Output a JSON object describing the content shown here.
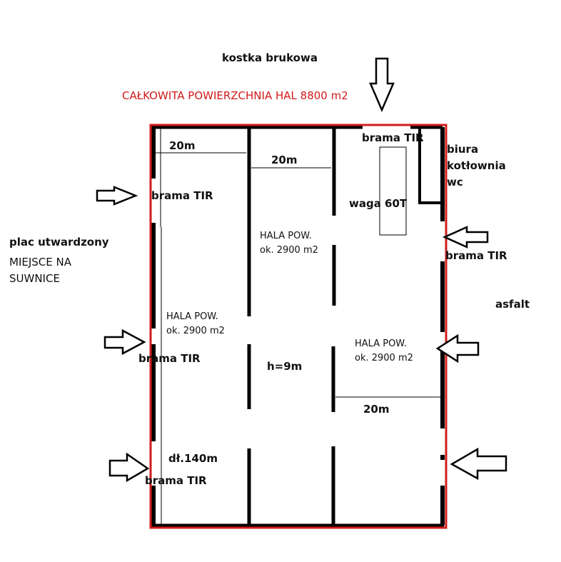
{
  "colors": {
    "outline": "#d01c1c",
    "wall": "#000000",
    "title": "#d11a1a",
    "background": "#ffffff"
  },
  "labels": {
    "top_surface": "kostka brukowa",
    "total_area": "CAŁKOWITA POWIERZCHNIA HAL 8800 m2",
    "left_surface": "plac utwardzony",
    "left_note_line1": "MIEJSCE NA",
    "left_note_line2": "SUWNICE",
    "right_surface": "asfalt",
    "offices_line1": "biura",
    "offices_line2": "kotłownia",
    "offices_line3": "wc",
    "scale": "waga 60T",
    "height": "h=9m",
    "length": "dł.140m"
  },
  "halls": [
    {
      "name": "HALA POW.",
      "area": "ok. 2900 m2",
      "width": "20m"
    },
    {
      "name": "HALA POW.",
      "area": "ok. 2900 m2",
      "width": "20m"
    },
    {
      "name": "HALA POW.",
      "area": "ok. 2900 m2",
      "width": "20m"
    }
  ],
  "gates": [
    {
      "label": "brama TIR",
      "side": "top"
    },
    {
      "label": "brama TIR",
      "side": "left"
    },
    {
      "label": "brama TIR",
      "side": "left"
    },
    {
      "label": "brama TIR",
      "side": "left"
    },
    {
      "label": "brama TIR",
      "side": "right"
    }
  ],
  "icons": {
    "entry_arrow": "arrow-icon"
  }
}
